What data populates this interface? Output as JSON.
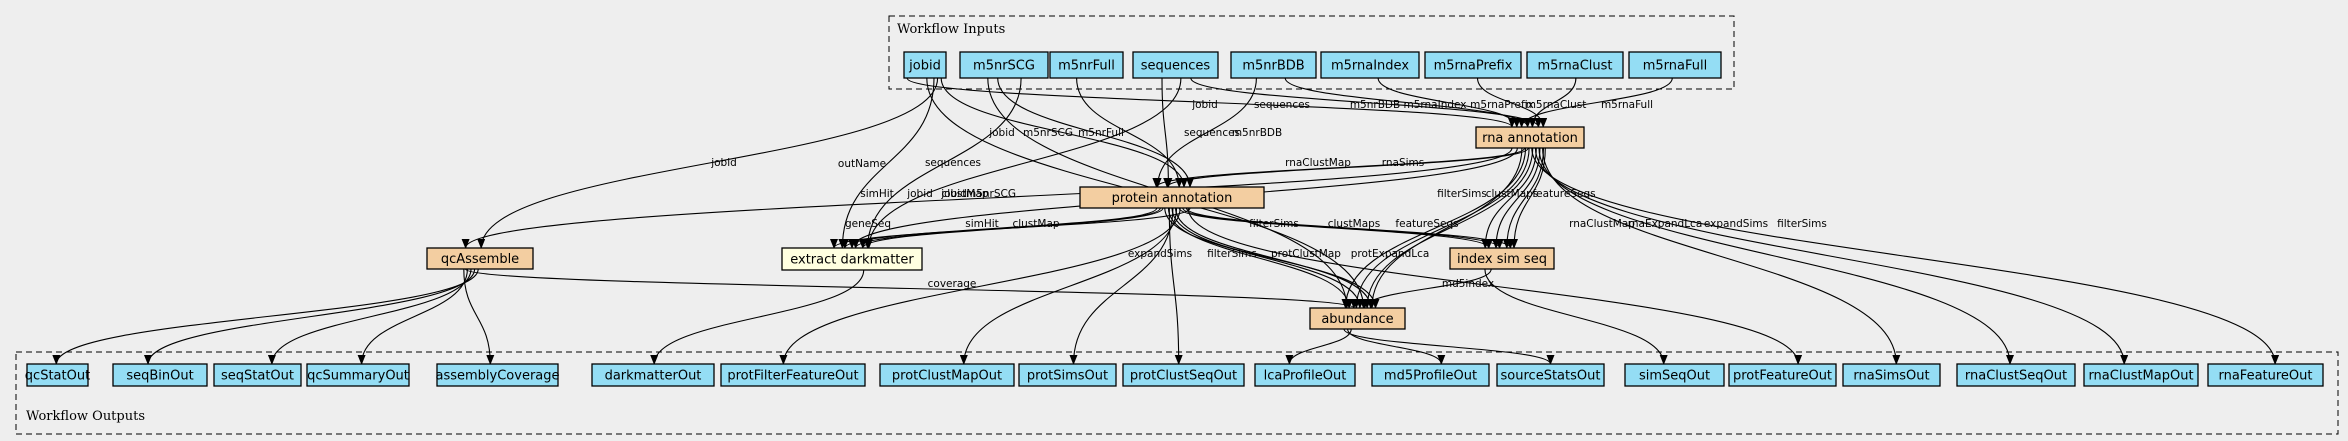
{
  "colors": {
    "background": "#eeeeee",
    "io_fill": "#94ddf4",
    "step_fill": "#f3cea1",
    "tool_fill": "#ffffe0",
    "stroke": "#000000"
  },
  "clusters": {
    "inputs": "Workflow Inputs",
    "outputs": "Workflow Outputs"
  },
  "inputs": [
    "jobid",
    "m5nrSCG",
    "m5nrFull",
    "sequences",
    "m5nrBDB",
    "m5rnaIndex",
    "m5rnaPrefix",
    "m5rnaClust",
    "m5rnaFull"
  ],
  "steps": [
    "rna annotation",
    "protein annotation",
    "qcAssemble",
    "extract darkmatter",
    "index sim seq",
    "abundance"
  ],
  "outputs": [
    "qcStatOut",
    "seqBinOut",
    "seqStatOut",
    "qcSummaryOut",
    "assemblyCoverage",
    "darkmatterOut",
    "protFilterFeatureOut",
    "protClustMapOut",
    "protSimsOut",
    "protClustSeqOut",
    "lcaProfileOut",
    "md5ProfileOut",
    "sourceStatsOut",
    "simSeqOut",
    "protFeatureOut",
    "rnaSimsOut",
    "rnaClustSeqOut",
    "rnaClustMapOut",
    "rnaFeatureOut"
  ],
  "edge_labels": [
    "jobid",
    "sequences",
    "m5nrBDB",
    "m5rnaIndex",
    "m5rnaPrefix",
    "m5rnaClust",
    "m5rnaFull",
    "m5nrSCG",
    "m5nrFull",
    "sequences",
    "m5nrBDB",
    "jobid",
    "jobid",
    "outName",
    "sequences",
    "jobid",
    "rnaClustMap",
    "rnaSims",
    "simHit",
    "clustMap",
    "jobid",
    "m5nrSCG",
    "filterSims",
    "clustMaps",
    "featureSeqs",
    "rnaClustMap",
    "rnaExpandLca",
    "expandSims",
    "filterSims",
    "geneSeq",
    "simHit",
    "clustMap",
    "filterSims",
    "clustMaps",
    "featureSeqs",
    "expandSims",
    "filterSims",
    "protClustMap",
    "protExpandLca",
    "md5index",
    "coverage"
  ]
}
